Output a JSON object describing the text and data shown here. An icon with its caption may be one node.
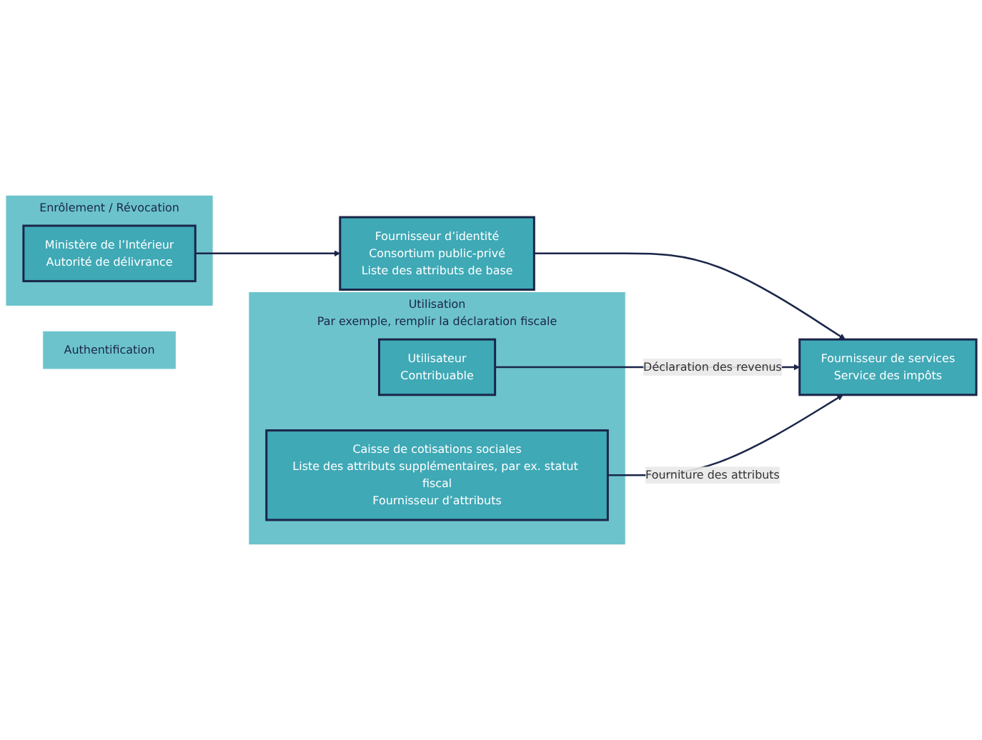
{
  "diagram": {
    "nodes": [
      {
        "text": [
          "Enrôlement / Révocation"
        ]
      },
      {
        "text": [
          "Authentification"
        ]
      },
      {
        "text": [
          "Utilisation",
          "Par exemple, remplir la déclaration fiscale"
        ]
      },
      {
        "text": [
          "Ministère de l’Intérieur",
          "Autorité de délivrance"
        ],
        "in": 0
      },
      {
        "text": [
          "Fournisseur d’identité",
          "Consortium public-privé",
          "Liste des attributs de base"
        ]
      },
      {
        "text": [
          "Fournisseur de services",
          "Service des impôts"
        ]
      },
      {
        "text": [
          "Utilisateur",
          "Contribuable"
        ],
        "in": 2
      },
      {
        "text": [
          "Caisse de cotisations sociales",
          "Liste des attributs supplémentaires, par ex. statut fiscal",
          "Fournisseur d’attributs"
        ],
        "in": 2
      }
    ],
    "edges": [
      {
        "from": 3,
        "to": 4,
        "arrow": "to"
      },
      {
        "from": 4,
        "to": 5,
        "arrow": "to"
      },
      {
        "from": 6,
        "to": 5,
        "arrow": "to",
        "label": "Déclaration des revenus"
      },
      {
        "from": 7,
        "to": 5,
        "arrow": "to",
        "label": "Fourniture des attributs"
      }
    ]
  }
}
